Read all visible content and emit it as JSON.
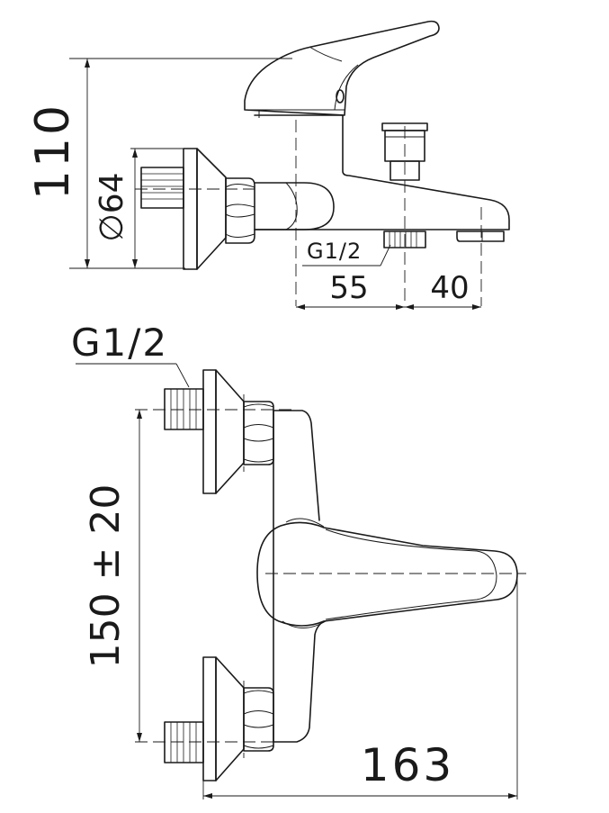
{
  "drawing": {
    "side_view": {
      "height_dim": "110",
      "diameter_dim": "∅64",
      "thread_label": "G1/2",
      "spout_dim_left": "55",
      "spout_dim_right": "40"
    },
    "front_view": {
      "thread_label": "G1/2",
      "spacing_dim": "150 ± 20",
      "width_dim": "163"
    }
  },
  "colors": {
    "line": "#1a1a1a",
    "background": "#ffffff"
  }
}
